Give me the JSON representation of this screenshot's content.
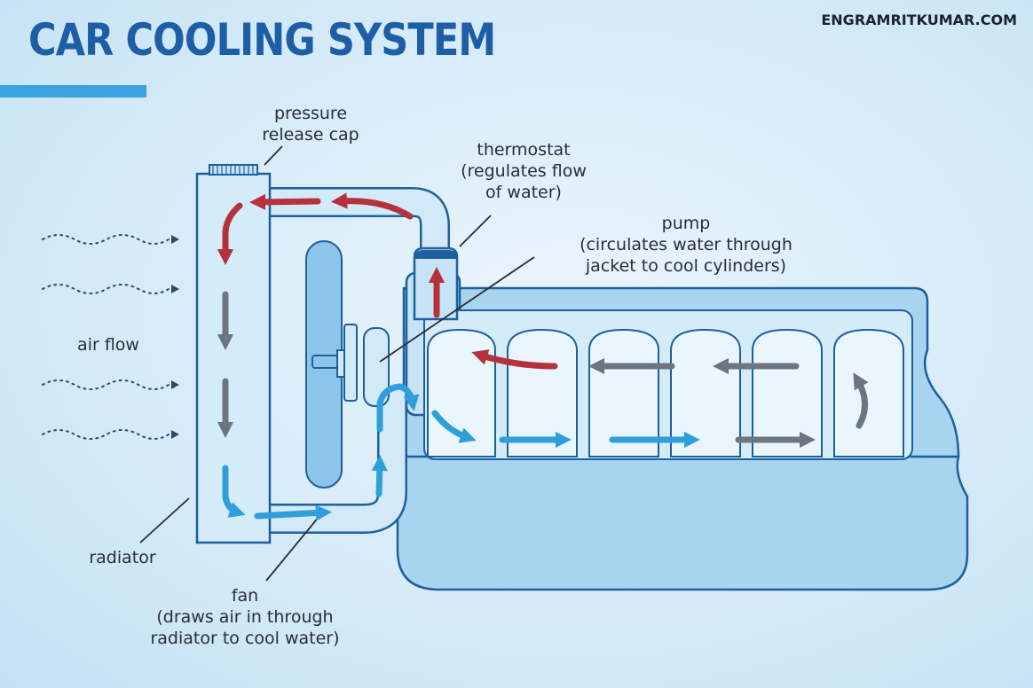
{
  "title": "CAR COOLING SYSTEM",
  "site": "ENGRAMRITKUMAR.COM",
  "labels": {
    "pressure_cap": [
      "pressure",
      "release cap"
    ],
    "thermostat": [
      "thermostat",
      "(regulates flow",
      "of water)"
    ],
    "pump": [
      "pump",
      "(circulates water through",
      "jacket to cool cylinders)"
    ],
    "air_flow": "air flow",
    "radiator": "radiator",
    "fan": [
      "fan",
      "(draws air in through",
      "radiator to cool water)"
    ]
  },
  "colors": {
    "title": "#1d5ea6",
    "accent": "#38a3de",
    "hot": "#b5323c",
    "neutral": "#6d7580",
    "cool": "#2f9fdb",
    "outline": "#1e5f9e"
  }
}
